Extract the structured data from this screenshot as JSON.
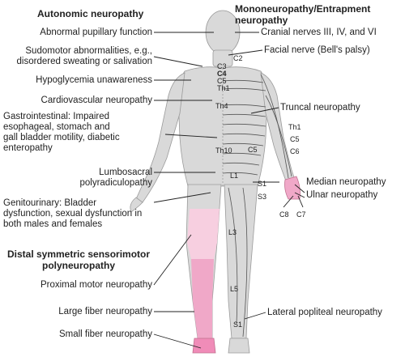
{
  "headings": {
    "autonomic": "Autonomic neuropathy",
    "mononeuropathy": "Mononeuropathy/Entrapment neuropathy",
    "distal": "Distal symmetric sensorimotor polyneuropathy"
  },
  "left_labels": [
    "Abnormal pupillary function",
    "Sudomotor abnormalities, e.g., disordered sweating or salivation",
    "Hypoglycemia unawareness",
    "Cardiovascular neuropathy",
    "Gastrointestinal: Impaired esophageal, stomach and gall bladder motility, diabetic enteropathy",
    "Lumbosacral polyradiculopathy",
    "Genitourinary: Bladder dysfunction, sexual dysfunction in both males and females",
    "Proximal motor neuropathy",
    "Large fiber neuropathy",
    "Small fiber neuropathy"
  ],
  "right_labels": [
    "Cranial nerves III, IV, and VI",
    "Facial nerve (Bell's palsy)",
    "Truncal neuropathy",
    "Median neuropathy",
    "Ulnar neuropathy",
    "Lateral popliteal neuropathy"
  ],
  "segments": {
    "c2": "C2",
    "c3": "C3",
    "c4": "C4",
    "c5": "C5",
    "th1": "Th1",
    "th4": "Th4",
    "th10": "Th10",
    "l1": "L1",
    "l3": "L3",
    "l5": "L5",
    "s1": "S1",
    "s3": "S3",
    "s1_foot": "S1",
    "th1_arm": "Th1",
    "c5_arm": "C5",
    "c6": "C6",
    "c5_trunk": "C5",
    "c8": "C8",
    "c7": "C7"
  },
  "colors": {
    "body": "#d9d9d9",
    "pink": "#f0a8c8",
    "line": "#222222"
  }
}
